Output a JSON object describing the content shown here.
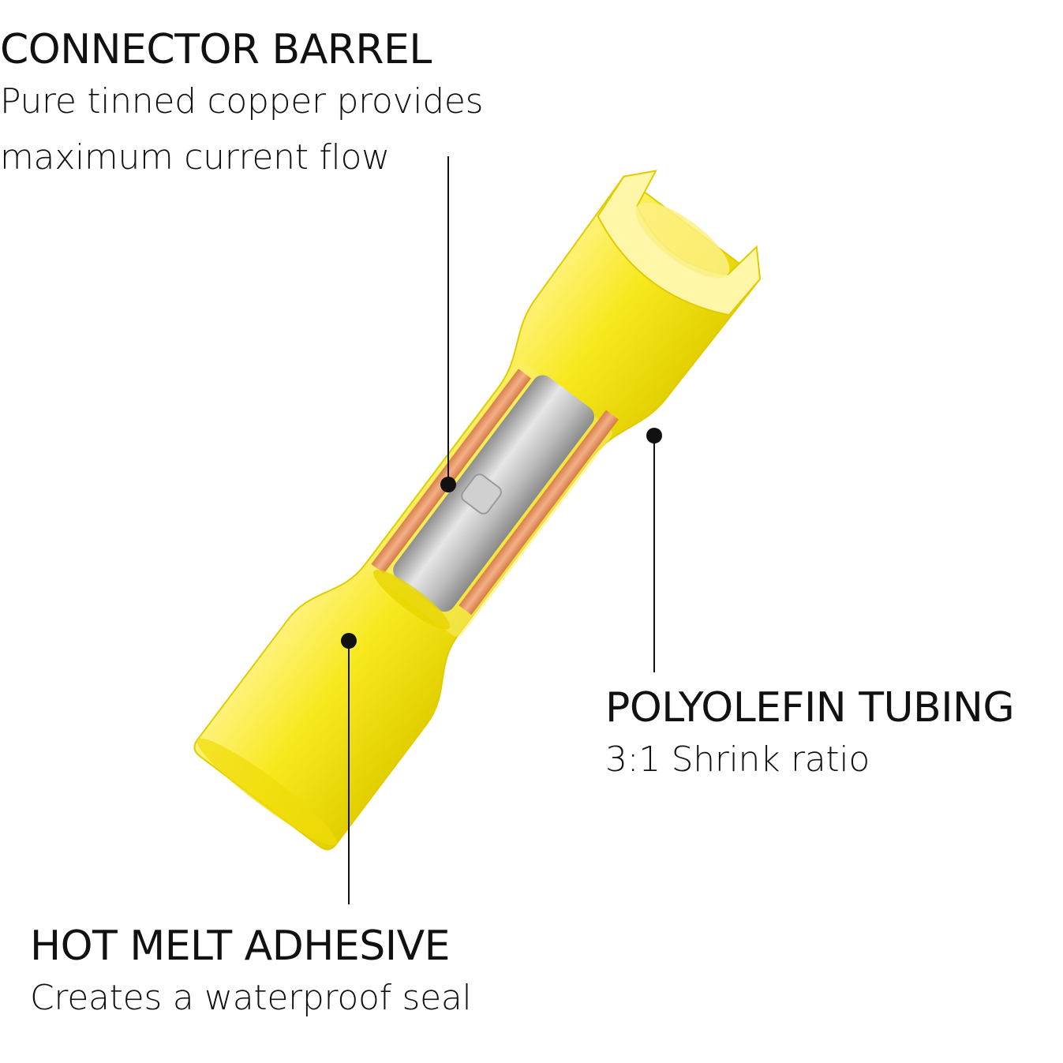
{
  "callouts": {
    "connector_barrel": {
      "title": "CONNECTOR BARREL",
      "description": "Pure tinned copper provides maximum current flow"
    },
    "polyolefin_tubing": {
      "title": "POLYOLEFIN TUBING",
      "description": "3:1 Shrink ratio"
    },
    "hot_melt_adhesive": {
      "title": "HOT MELT ADHESIVE",
      "description": "Creates a waterproof seal"
    }
  },
  "colors": {
    "tubing": "#f5e61a",
    "tubing_shadow": "#d9c800",
    "copper": "#e8935c",
    "barrel_metal": "#bdbdbd",
    "leader_line": "#111111"
  }
}
